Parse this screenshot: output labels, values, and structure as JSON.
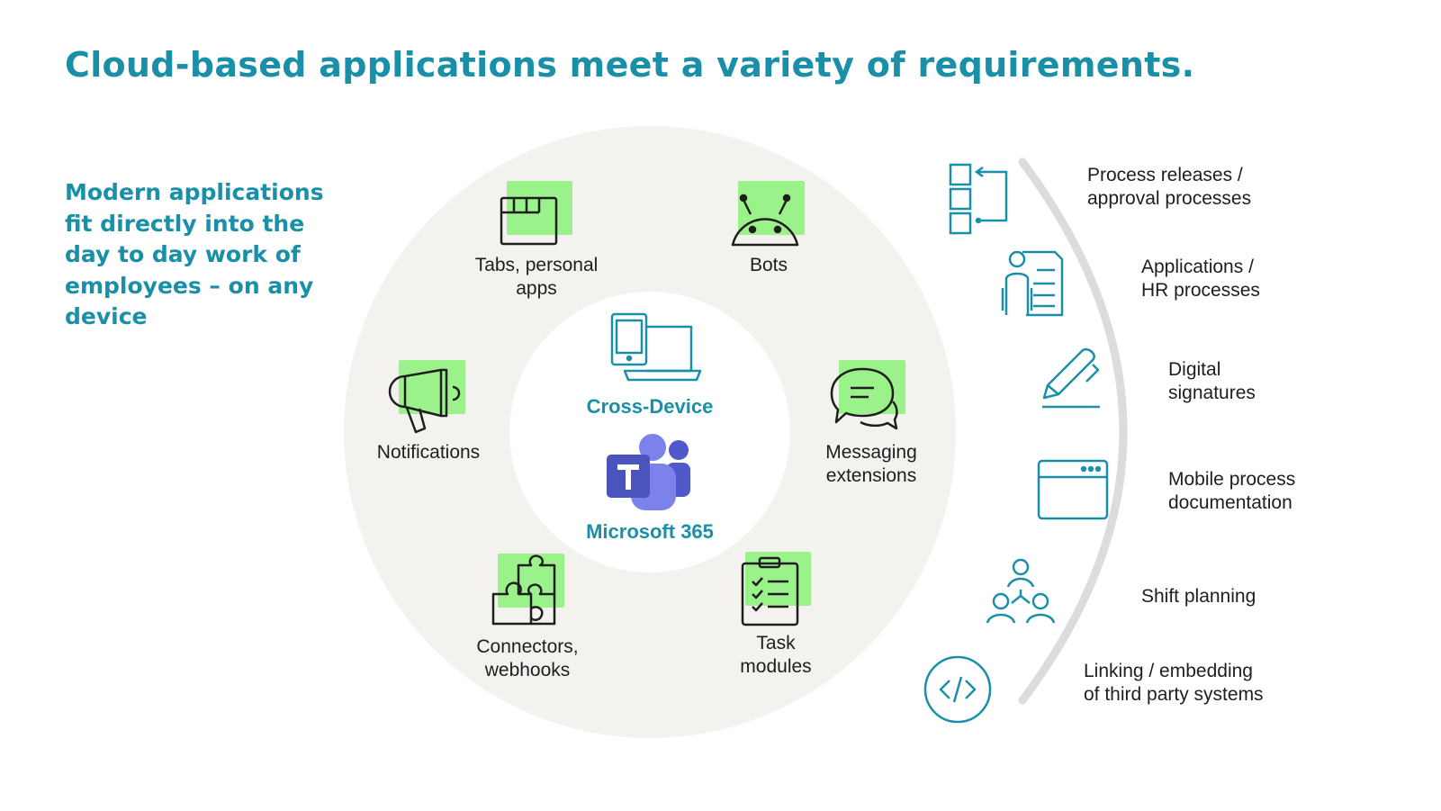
{
  "title": "Cloud-based applications meet a variety of requirements.",
  "subtitle": "Modern applications fit directly into the day to day work of employees – on any device",
  "center": {
    "cross_device_label": "Cross-Device",
    "platform_label": "Microsoft 365",
    "platform_icon": "teams-logo-icon",
    "device_icon": "tablet-laptop-icon"
  },
  "ring_items": [
    {
      "label": "Tabs, personal\napps",
      "icon": "tabs-window-icon"
    },
    {
      "label": "Bots",
      "icon": "android-robot-icon"
    },
    {
      "label": "Notifications",
      "icon": "megaphone-icon"
    },
    {
      "label": "Messaging\nextensions",
      "icon": "chat-bubbles-icon"
    },
    {
      "label": "Connectors,\nwebhooks",
      "icon": "puzzle-icon"
    },
    {
      "label": "Task\nmodules",
      "icon": "checklist-clipboard-icon"
    }
  ],
  "requirements": [
    {
      "label": "Process releases /\napproval processes",
      "icon": "workflow-icon"
    },
    {
      "label": "Applications /\nHR processes",
      "icon": "person-document-icon"
    },
    {
      "label": "Digital\nsignatures",
      "icon": "pen-signature-icon"
    },
    {
      "label": "Mobile process\ndocumentation",
      "icon": "browser-window-icon"
    },
    {
      "label": "Shift planning",
      "icon": "team-hierarchy-icon"
    },
    {
      "label": "Linking / embedding\nof third party systems",
      "icon": "code-circle-icon"
    }
  ],
  "colors": {
    "accent": "#1a8fa8",
    "highlight": "#9cf28a",
    "ring": "#f3f2ee",
    "arc": "#dcdcd8",
    "teams_dark": "#4b53bc",
    "teams_light": "#7b83eb"
  }
}
